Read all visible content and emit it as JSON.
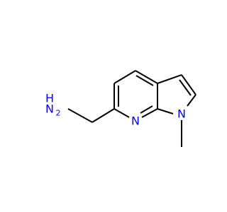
{
  "molecule": {
    "atoms": {
      "amine_n": "N",
      "amine_h": "H",
      "amine_h_count": "2",
      "pyridine_n": "N",
      "pyrrole_n": "N"
    },
    "colors": {
      "nitrogen": "#0000ff",
      "bond": "#000000",
      "background": "#ffffff"
    }
  }
}
